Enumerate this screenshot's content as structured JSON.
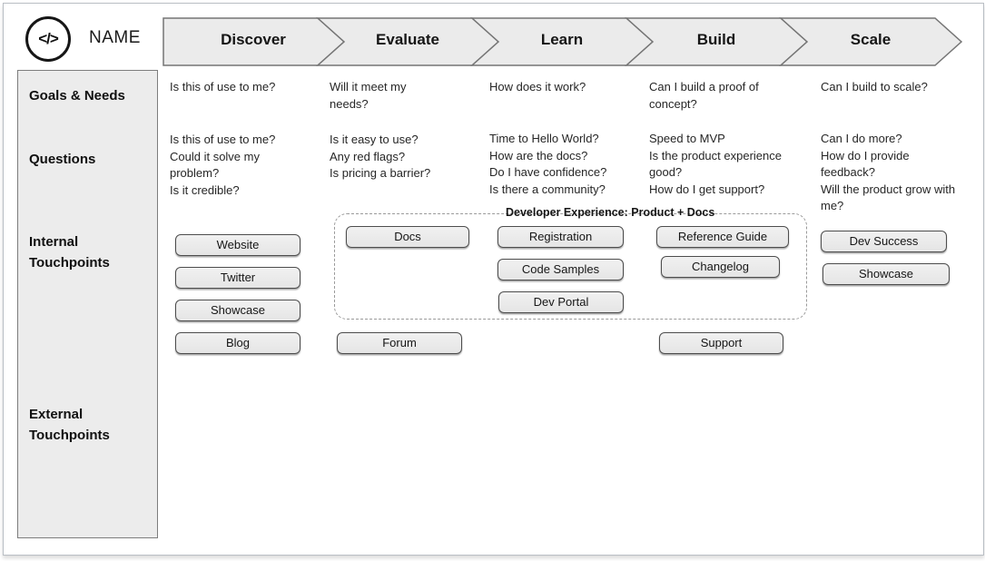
{
  "header": {
    "logo_icon": "</>",
    "name": "NAME"
  },
  "stages": [
    "Discover",
    "Evaluate",
    "Learn",
    "Build",
    "Scale"
  ],
  "sidebar": {
    "rows": [
      "Goals & Needs",
      "Questions",
      "Internal Touchpoints",
      "External Touchpoints"
    ]
  },
  "dashed_group": {
    "label": "Developer Experience: Product + Docs"
  },
  "columns": [
    {
      "stage": "Discover",
      "goal": "Is this of use to me?",
      "questions": [
        "Is this of use to me?",
        "Could it solve my problem?",
        "Is it credible?"
      ],
      "touchpoints": [
        "Website",
        "Twitter",
        "Showcase",
        "Blog"
      ]
    },
    {
      "stage": "Evaluate",
      "goal": "Will it meet my needs?",
      "questions": [
        "Is it easy to use?",
        "Any red flags?",
        "Is pricing a barrier?"
      ],
      "touchpoints": [
        "Docs",
        "Forum"
      ]
    },
    {
      "stage": "Learn",
      "goal": "How does it work?",
      "questions": [
        "Time to Hello World?",
        "How are the docs?",
        "Do I have confidence?",
        "Is there a community?"
      ],
      "touchpoints": [
        "Registration",
        "Code Samples",
        "Dev Portal"
      ]
    },
    {
      "stage": "Build",
      "goal": "Can I build a proof of concept?",
      "questions": [
        "Speed to MVP",
        "Is the product experience good?",
        "How do I get support?"
      ],
      "touchpoints": [
        "Reference Guide",
        "Changelog",
        "Support"
      ]
    },
    {
      "stage": "Scale",
      "goal": "Can I build to scale?",
      "questions": [
        "Can I do more?",
        "How do I provide feedback?",
        "Will the product grow with me?"
      ],
      "touchpoints": [
        "Dev Success",
        "Showcase"
      ]
    }
  ],
  "colors": {
    "shape_fill": "#ebebeb",
    "shape_border": "#757575",
    "sidebar_fill": "#ececec",
    "text": "#1a1a1a",
    "dashed_border": "#9a9a9a"
  }
}
